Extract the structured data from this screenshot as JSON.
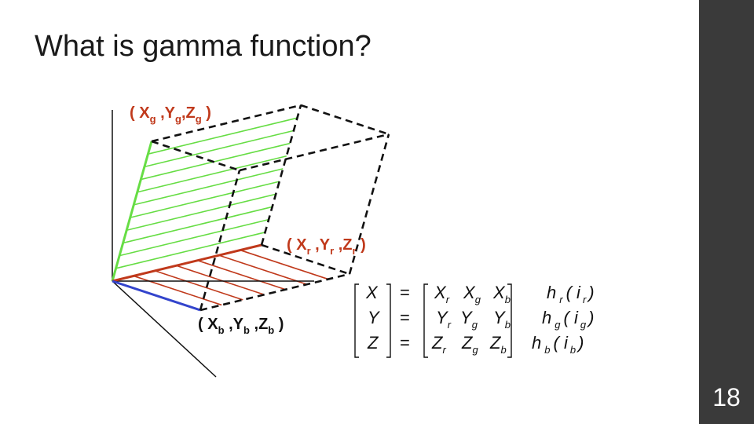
{
  "slide": {
    "title": "What is gamma function?",
    "page_number": "18"
  },
  "colors": {
    "green": "#66dd44",
    "red": "#c0391b",
    "blue": "#3344cc",
    "dash": "#111111",
    "sidebar": "#3a3a3a"
  },
  "labels": {
    "green_point": {
      "X": "X",
      "Xs": "g",
      "Y": "Y",
      "Ys": "g",
      "Z": "Z",
      "Zs": "g"
    },
    "red_point": {
      "X": "X",
      "Xs": "r",
      "Y": "Y",
      "Ys": "r",
      "Z": "Z",
      "Zs": "r"
    },
    "blue_point": {
      "X": "X",
      "Xs": "b",
      "Y": "Y",
      "Ys": "b",
      "Z": "Z",
      "Zs": "b"
    }
  },
  "equation": {
    "lhs": [
      "X",
      "Y",
      "Z"
    ],
    "equals": "=",
    "matrix": [
      [
        {
          "v": "X",
          "s": "r"
        },
        {
          "v": "X",
          "s": "g"
        },
        {
          "v": "X",
          "s": "b"
        }
      ],
      [
        {
          "v": "Y",
          "s": "r"
        },
        {
          "v": "Y",
          "s": "g"
        },
        {
          "v": "Y",
          "s": "b"
        }
      ],
      [
        {
          "v": "Z",
          "s": "r"
        },
        {
          "v": "Z",
          "s": "g"
        },
        {
          "v": "Z",
          "s": "b"
        }
      ]
    ],
    "vector": [
      {
        "h": "h",
        "hs": "r",
        "i": "i",
        "is": "r"
      },
      {
        "h": "h",
        "hs": "g",
        "i": "i",
        "is": "g"
      },
      {
        "h": "h",
        "hs": "b",
        "i": "i",
        "is": "b"
      }
    ]
  }
}
